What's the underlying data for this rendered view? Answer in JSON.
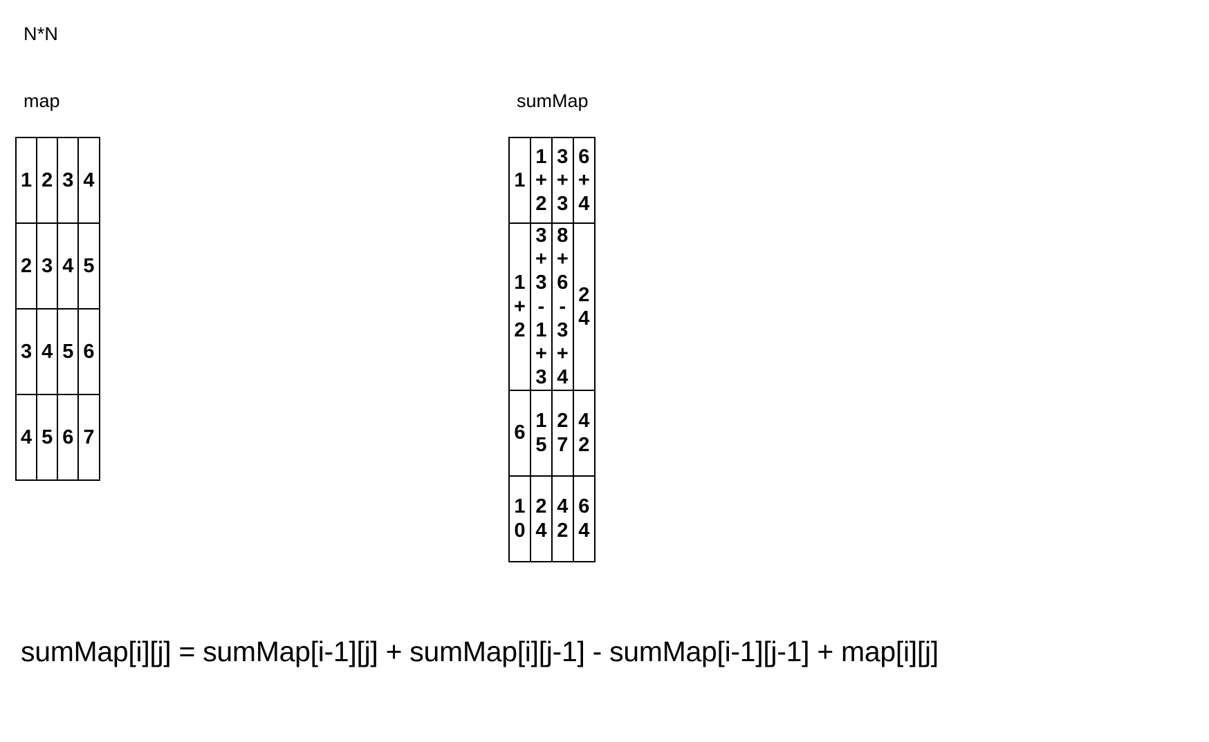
{
  "annotation": {
    "dimension_note": "N*N"
  },
  "grids": [
    {
      "id": "map",
      "title": "map",
      "rows": [
        [
          "1",
          "2",
          "3",
          "4"
        ],
        [
          "2",
          "3",
          "4",
          "5"
        ],
        [
          "3",
          "4",
          "5",
          "6"
        ],
        [
          "4",
          "5",
          "6",
          "7"
        ]
      ]
    },
    {
      "id": "sumMap",
      "title": "sumMap",
      "rows": [
        [
          "1",
          "1+2",
          "3+3",
          "6+4"
        ],
        [
          "1+2",
          "3+3-1+3",
          "8+6-3+4",
          "24"
        ],
        [
          "6",
          "15",
          "27",
          "42"
        ],
        [
          "10",
          "24",
          "42",
          "64"
        ]
      ]
    }
  ],
  "formula": {
    "text": "sumMap[i][j] = sumMap[i-1][j] + sumMap[i][j-1] - sumMap[i-1][j-1] + map[i][j]"
  },
  "chart_data": {
    "type": "table",
    "title": "2D prefix sum (summed-area table) construction",
    "note": "N*N",
    "tables": [
      {
        "name": "map",
        "values": [
          [
            1,
            2,
            3,
            4
          ],
          [
            2,
            3,
            4,
            5
          ],
          [
            3,
            4,
            5,
            6
          ],
          [
            4,
            5,
            6,
            7
          ]
        ]
      },
      {
        "name": "sumMap",
        "display": [
          [
            "1",
            "1+2",
            "3+3",
            "6+4"
          ],
          [
            "1+2",
            "3+3-1+3",
            "8+6-3+4",
            "24"
          ],
          [
            "6",
            "15",
            "27",
            "42"
          ],
          [
            "10",
            "24",
            "42",
            "64"
          ]
        ],
        "values": [
          [
            1,
            3,
            6,
            10
          ],
          [
            3,
            8,
            15,
            24
          ],
          [
            6,
            15,
            27,
            42
          ],
          [
            10,
            24,
            42,
            64
          ]
        ]
      }
    ],
    "recurrence": "sumMap[i][j] = sumMap[i-1][j] + sumMap[i][j-1] - sumMap[i-1][j-1] + map[i][j]"
  }
}
